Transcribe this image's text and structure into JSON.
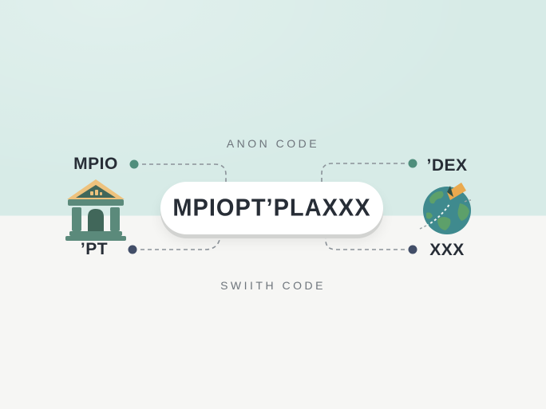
{
  "captions": {
    "top": "ANON CODE",
    "bottom": "SWIITH CODE"
  },
  "code_pill": {
    "text": "MPIOPT’PLAXXX"
  },
  "segments": {
    "top_left": {
      "label": "MPIO",
      "dot_color": "#4f8e7c"
    },
    "bottom_left": {
      "label": "’PT",
      "dot_color": "#424e68"
    },
    "top_right": {
      "label": "’DEX",
      "dot_color": "#4f8e7c"
    },
    "bottom_right": {
      "label": "XXX",
      "dot_color": "#424e68"
    }
  },
  "icons": {
    "left": "bank-building-icon",
    "right": "globe-plane-icon"
  },
  "colors": {
    "background_top": "#d7ebe7",
    "background_bottom": "#f6f6f4",
    "pill_bg": "#ffffff",
    "pill_edge": "#d2d3d1",
    "text_dark": "#272d36",
    "text_gray": "#6e757c",
    "line_gray": "#8b9299",
    "accent_green": "#4f8e7c",
    "accent_navy": "#424e68",
    "bank_green": "#5b8a7b",
    "bank_dark_green": "#41675a",
    "bank_tan": "#eec27d",
    "globe_ocean": "#3f8a8e",
    "globe_land": "#5da06a",
    "globe_orange": "#eaa94e"
  }
}
